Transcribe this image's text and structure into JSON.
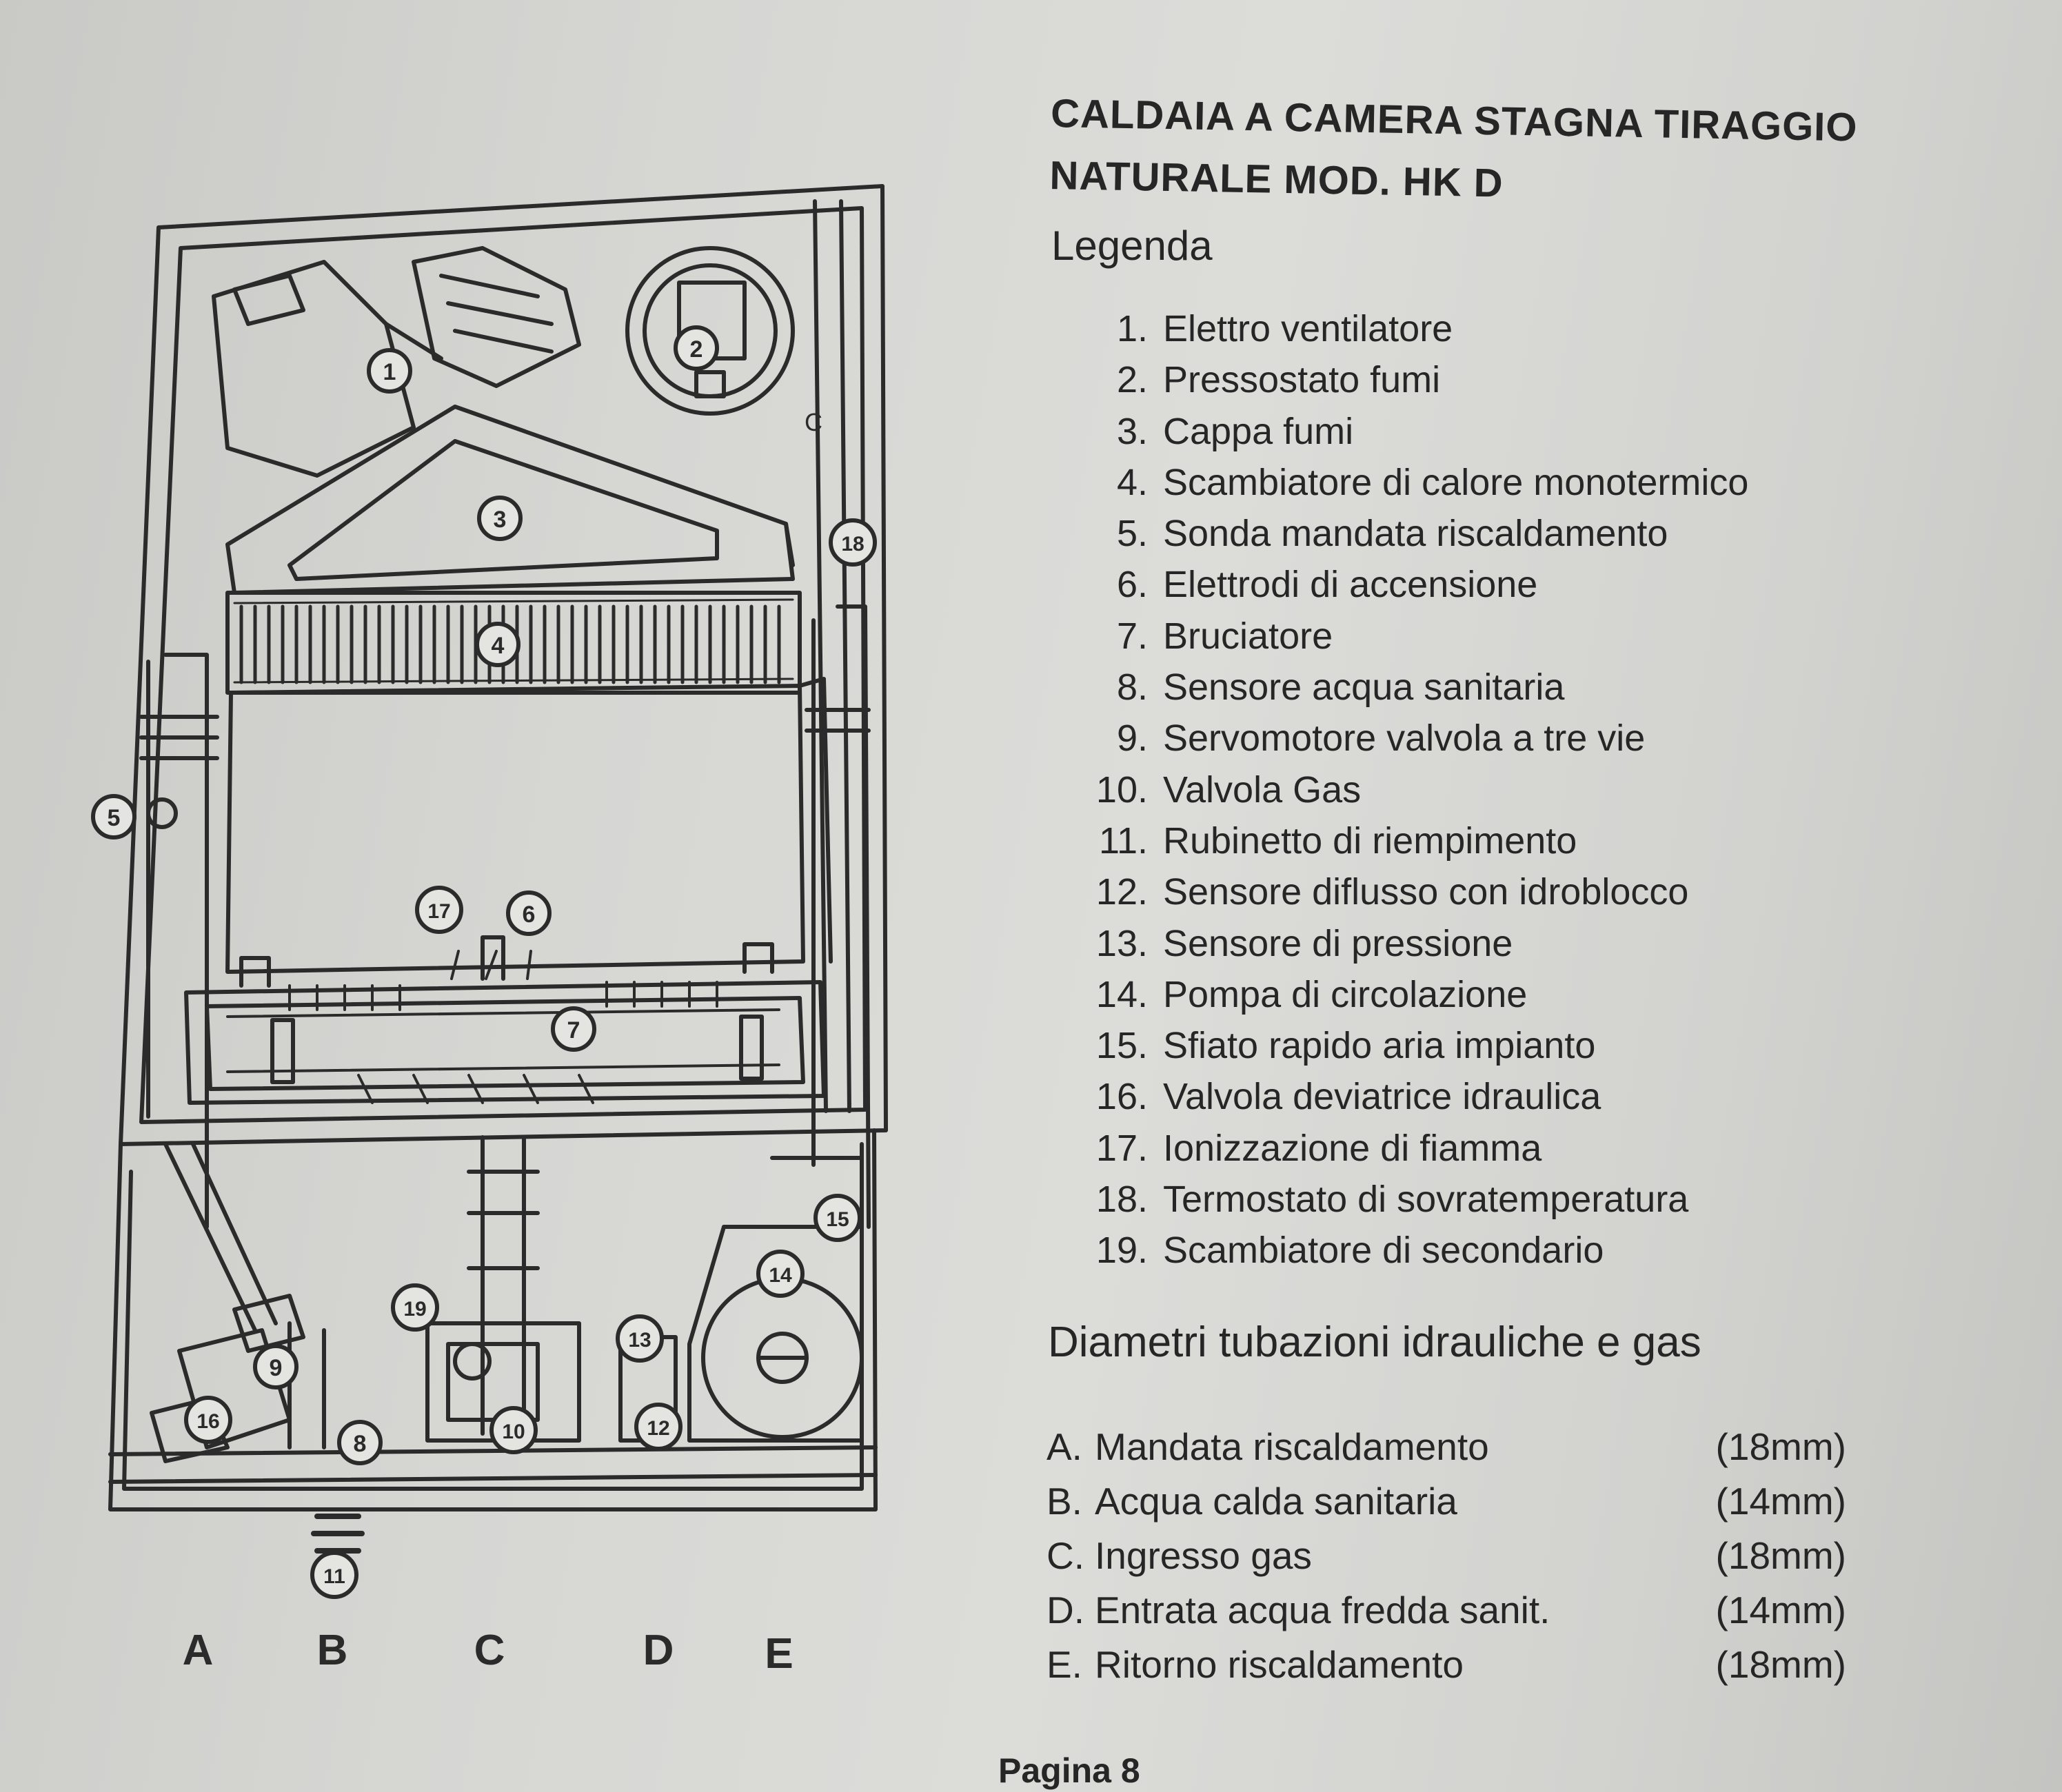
{
  "title": {
    "line1": "CALDAIA A CAMERA STAGNA TIRAGGIO",
    "line2": "NATURALE MOD. HK D"
  },
  "legend": {
    "heading": "Legenda",
    "items": [
      {
        "num": "1.",
        "label": "Elettro ventilatore"
      },
      {
        "num": "2.",
        "label": "Pressostato fumi"
      },
      {
        "num": "3.",
        "label": "Cappa fumi"
      },
      {
        "num": "4.",
        "label": "Scambiatore di calore monotermico"
      },
      {
        "num": "5.",
        "label": "Sonda mandata riscaldamento"
      },
      {
        "num": "6.",
        "label": "Elettrodi di accensione"
      },
      {
        "num": "7.",
        "label": "Bruciatore"
      },
      {
        "num": "8.",
        "label": "Sensore acqua sanitaria"
      },
      {
        "num": "9.",
        "label": "Servomotore valvola a tre vie"
      },
      {
        "num": "10.",
        "label": "Valvola Gas"
      },
      {
        "num": "11.",
        "label": "Rubinetto di riempimento"
      },
      {
        "num": "12.",
        "label": "Sensore diflusso con idroblocco"
      },
      {
        "num": "13.",
        "label": "Sensore di pressione"
      },
      {
        "num": "14.",
        "label": "Pompa di circolazione"
      },
      {
        "num": "15.",
        "label": "Sfiato rapido aria impianto"
      },
      {
        "num": "16.",
        "label": "Valvola deviatrice idraulica"
      },
      {
        "num": "17.",
        "label": "Ionizzazione di fiamma"
      },
      {
        "num": "18.",
        "label": "Termostato di sovratemperatura"
      },
      {
        "num": "19.",
        "label": "Scambiatore di secondario"
      }
    ]
  },
  "pipes": {
    "heading": "Diametri tubazioni idrauliche e gas",
    "items": [
      {
        "letter": "A.",
        "label": "Mandata riscaldamento",
        "size": "(18mm)"
      },
      {
        "letter": "B.",
        "label": "Acqua calda sanitaria",
        "size": "(14mm)"
      },
      {
        "letter": "C.",
        "label": "Ingresso gas",
        "size": "(18mm)"
      },
      {
        "letter": "D.",
        "label": "Entrata acqua fredda sanit.",
        "size": "(14mm)"
      },
      {
        "letter": "E.",
        "label": "Ritorno riscaldamento",
        "size": "(18mm)"
      }
    ]
  },
  "diagram": {
    "callouts": [
      "1",
      "2",
      "3",
      "4",
      "5",
      "6",
      "7",
      "8",
      "9",
      "10",
      "11",
      "12",
      "13",
      "14",
      "15",
      "16",
      "17",
      "18",
      "19"
    ],
    "connection_letters": [
      "A",
      "B",
      "C",
      "D",
      "E"
    ],
    "c_mark": "C"
  },
  "footer": "Pagina 8"
}
